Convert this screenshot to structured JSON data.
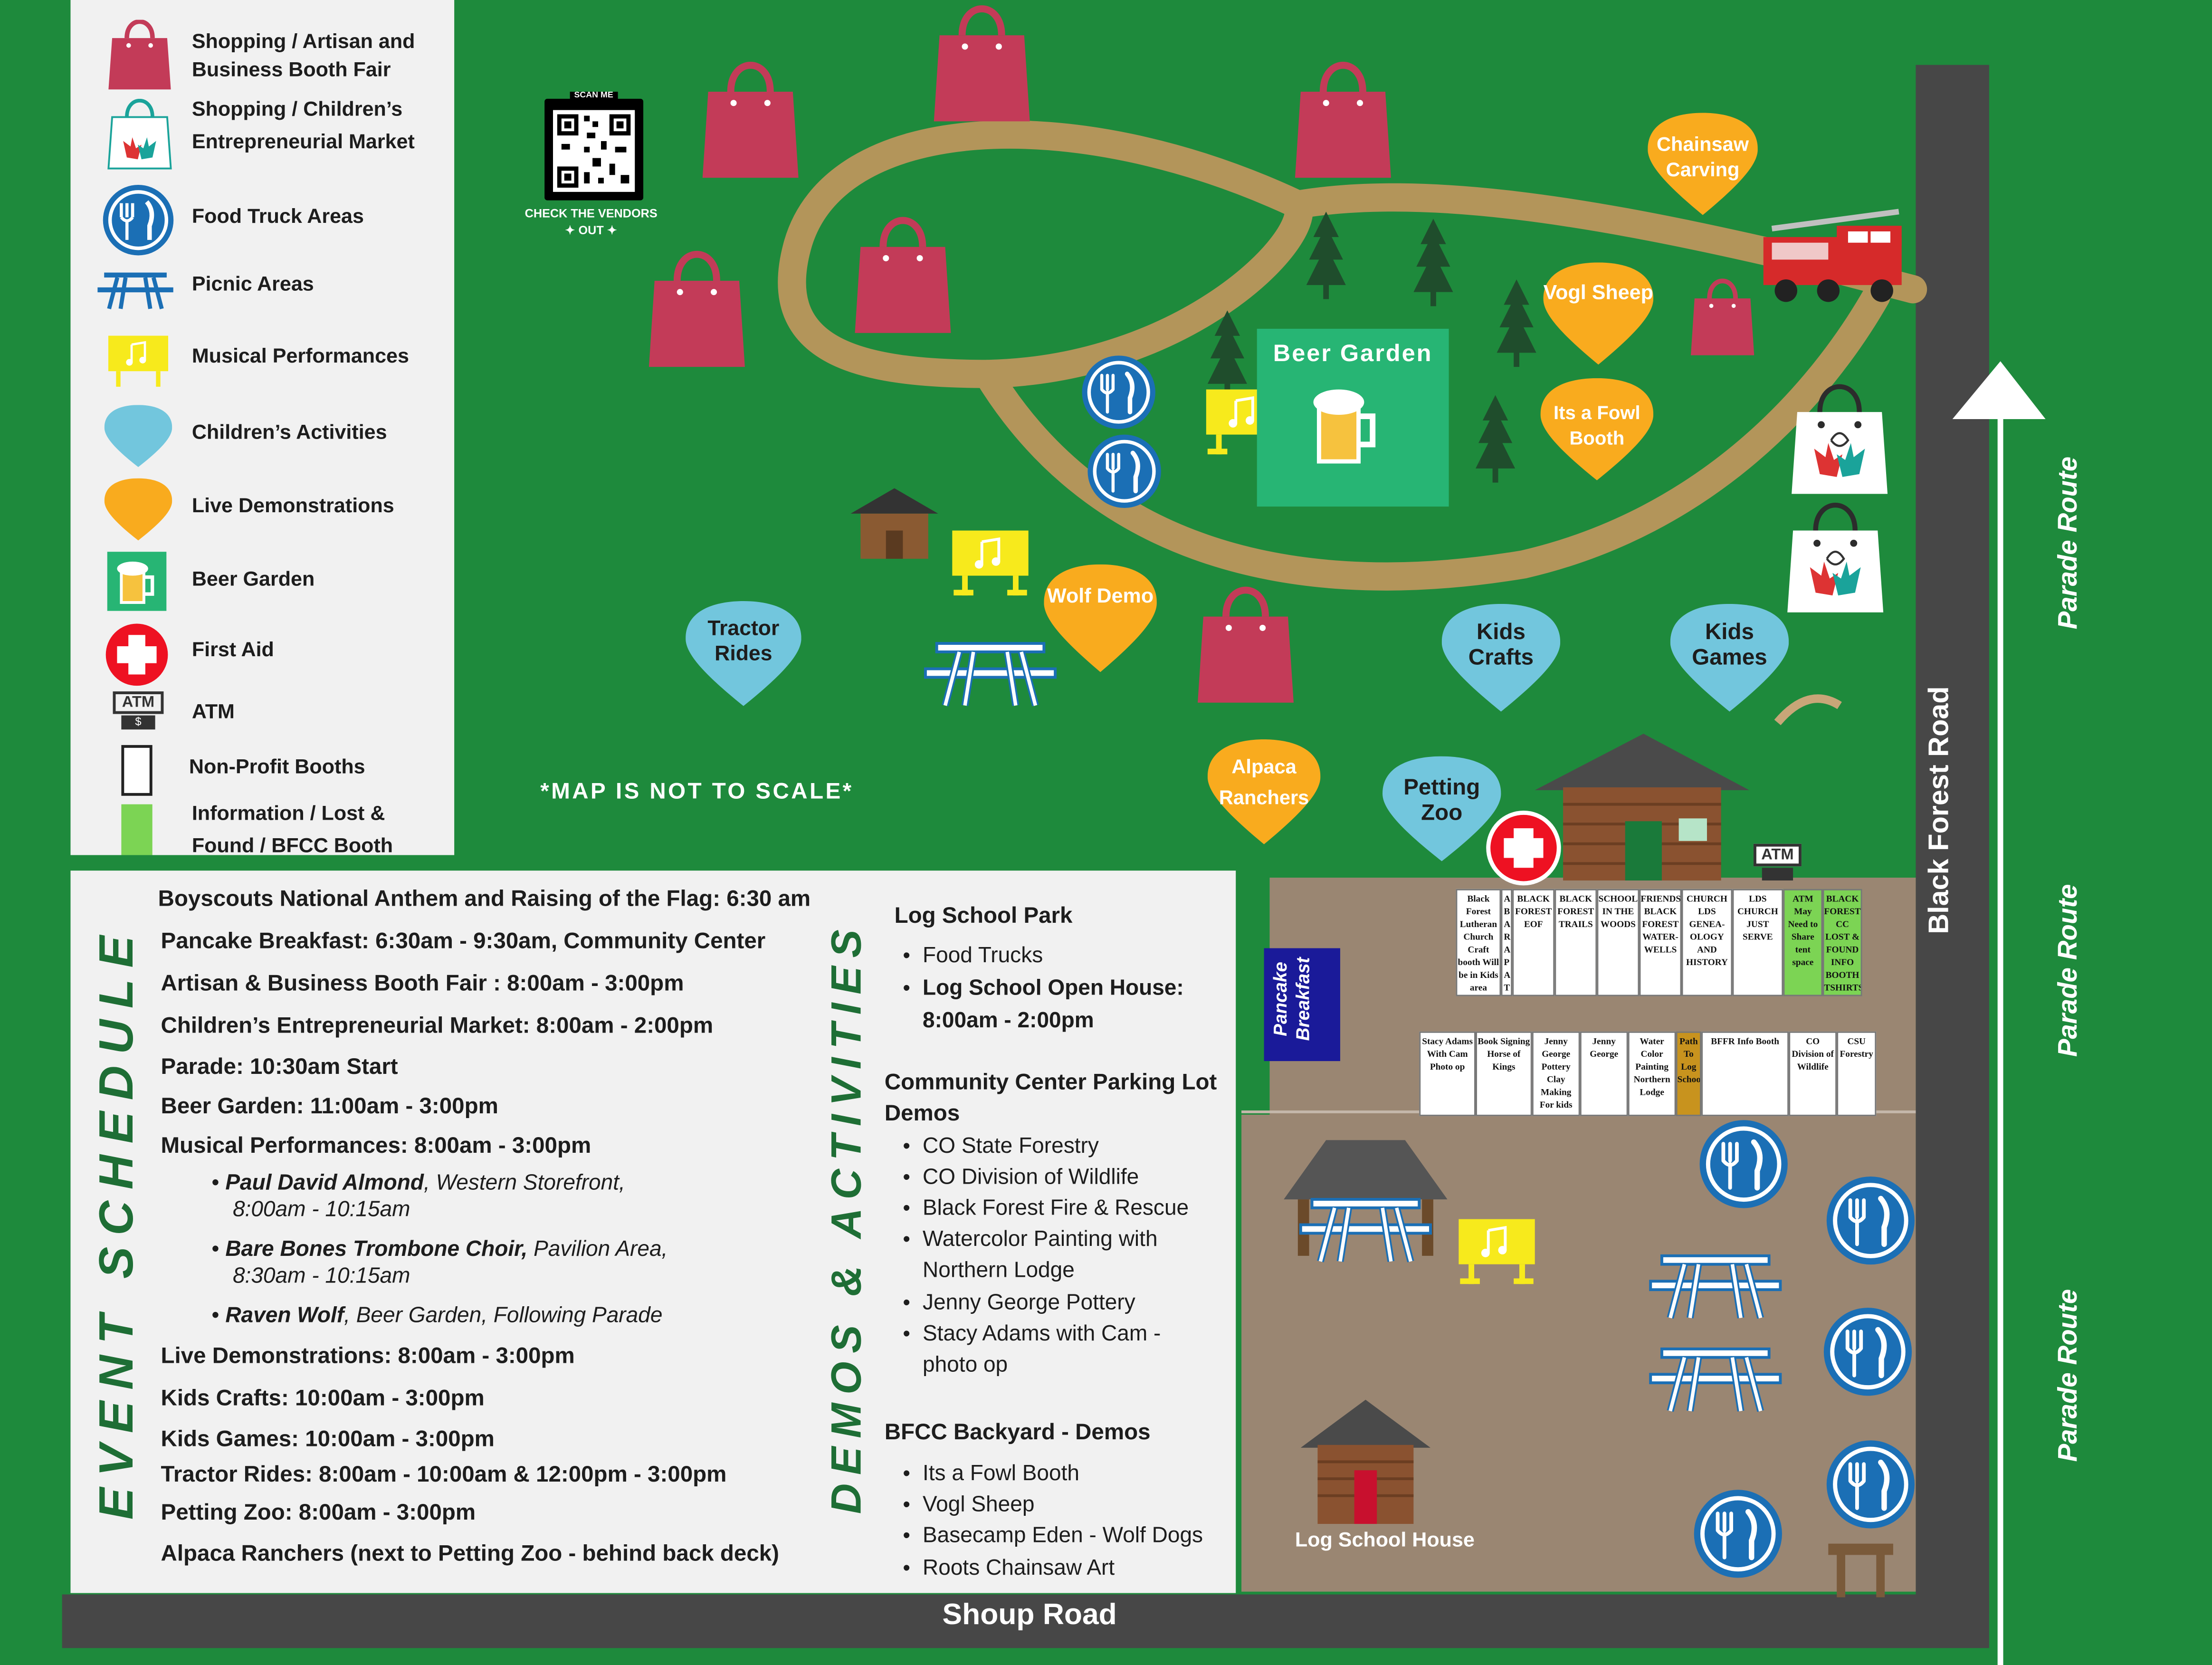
{
  "legend": {
    "items": [
      {
        "label": "Shopping / Artisan and Business Booth Fair",
        "icon": "shopping-bag-icon"
      },
      {
        "label": "Shopping / Children’s Entrepreneurial Market",
        "icon": "children-market-bag-icon"
      },
      {
        "label": "Food Truck Areas",
        "icon": "food-truck-icon"
      },
      {
        "label": "Picnic Areas",
        "icon": "picnic-table-icon"
      },
      {
        "label": "Musical Performances",
        "icon": "music-stage-icon"
      },
      {
        "label": "Children’s Activities",
        "icon": "blue-drop-icon"
      },
      {
        "label": "Live Demonstrations",
        "icon": "orange-drop-icon"
      },
      {
        "label": "Beer Garden",
        "icon": "beer-mug-icon"
      },
      {
        "label": "First Aid",
        "icon": "first-aid-icon"
      },
      {
        "label": "ATM",
        "icon": "atm-icon"
      },
      {
        "label": "Non-Profit Booths",
        "icon": "white-booth-icon"
      },
      {
        "label": "Information / Lost & Found / BFCC Booth",
        "icon": "green-booth-icon"
      }
    ],
    "atm_text": "ATM",
    "atm_sub": "$"
  },
  "qr": {
    "top": "SCAN ME",
    "caption_1": "CHECK THE VENDORS",
    "caption_2": "✦ OUT ✦"
  },
  "map": {
    "scale_note": "*MAP IS NOT TO SCALE*",
    "beer_garden": "Beer Garden",
    "roads": {
      "bottom": "Shoup Road",
      "right": "Black Forest Road",
      "parade": "Parade Route"
    },
    "pancake": "Pancake Breakfast",
    "log_school": "Log School House",
    "atm": "ATM",
    "children_markers": [
      {
        "label": "Tractor Rides"
      },
      {
        "label": "Kids Crafts"
      },
      {
        "label": "Kids Games"
      },
      {
        "label": "Petting Zoo"
      }
    ],
    "demo_markers": [
      {
        "label": "Chainsaw Carving"
      },
      {
        "label": "Vogl Sheep"
      },
      {
        "label": "Its a Fowl Booth"
      },
      {
        "label": "Wolf Demo"
      },
      {
        "label": "Alpaca Ranchers"
      }
    ],
    "booths_row1": [
      {
        "text": "Black Forest Lutheran Church Craft booth Will be in Kids area",
        "kind": "white"
      },
      {
        "text": "ABARAPAT",
        "kind": "white"
      },
      {
        "text": "BLACK FOREST EOF",
        "kind": "white"
      },
      {
        "text": "BLACK FOREST TRAILS",
        "kind": "white"
      },
      {
        "text": "SCHOOL IN THE WOODS",
        "kind": "white"
      },
      {
        "text": "FRIENDS BLACK FOREST WATER-WELLS",
        "kind": "white"
      },
      {
        "text": "CHURCH LDS GENEA-OLOGY AND HISTORY",
        "kind": "white"
      },
      {
        "text": "LDS CHURCH JUST SERVE",
        "kind": "white"
      },
      {
        "text": "ATM May Need to Share tent space",
        "kind": "green"
      },
      {
        "text": "BLACK FOREST CC LOST & FOUND INFO BOOTH TSHIRTS",
        "kind": "green"
      }
    ],
    "booths_row2": [
      {
        "text": "Stacy Adams With Cam Photo op",
        "kind": "white"
      },
      {
        "text": "Book Signing Horse of Kings",
        "kind": "white"
      },
      {
        "text": "Jenny George Pottery Clay Making For kids",
        "kind": "white"
      },
      {
        "text": "Jenny George",
        "kind": "white"
      },
      {
        "text": "Water Color Painting Northern Lodge",
        "kind": "white"
      },
      {
        "text": "Path To Log School",
        "kind": "orange"
      },
      {
        "text": "BFFR Info Booth",
        "kind": "white"
      },
      {
        "text": "CO Division of Wildlife",
        "kind": "white"
      },
      {
        "text": "CSU Forestry",
        "kind": "white"
      }
    ]
  },
  "schedule": {
    "title": "EVENT SCHEDULE",
    "lines": [
      "Boyscouts National Anthem and Raising of the Flag: 6:30 am",
      "Pancake Breakfast: 6:30am - 9:30am, Community Center",
      "Artisan & Business Booth Fair : 8:00am - 3:00pm",
      "Children’s Entrepreneurial Market: 8:00am - 2:00pm",
      "Parade: 10:30am  Start",
      "Beer Garden: 11:00am - 3:00pm",
      "Musical Performances: 8:00am - 3:00pm"
    ],
    "performers": [
      {
        "name": "Paul David Almond",
        "detail": ", Western Storefront,",
        "time": "8:00am - 10:15am"
      },
      {
        "name": "Bare Bones Trombone Choir,",
        "detail": " Pavilion Area,",
        "time": "8:30am - 10:15am"
      },
      {
        "name": "Raven Wolf",
        "detail": ", Beer Garden, Following  Parade",
        "time": ""
      }
    ],
    "lines_after": [
      "Live Demonstrations: 8:00am - 3:00pm",
      "Kids Crafts: 10:00am - 3:00pm",
      "Kids Games:  10:00am  - 3:00pm",
      "Tractor Rides: 8:00am - 10:00am & 12:00pm - 3:00pm",
      "Petting Zoo: 8:00am - 3:00pm",
      "Alpaca Ranchers (next to Petting Zoo - behind back deck)"
    ]
  },
  "demos": {
    "title": "DEMOS & ACTIVITIES",
    "sections": [
      {
        "heading": "Log School Park",
        "items": [
          {
            "text": "Food Trucks",
            "bold": false
          },
          {
            "text": "Log School Open House:",
            "bold": true
          },
          {
            "text": "8:00am - 2:00pm",
            "bold": true,
            "cont": true
          }
        ]
      },
      {
        "heading": "Community Center Parking Lot",
        "heading2": "Demos",
        "items": [
          {
            "text": "CO State Forestry"
          },
          {
            "text": "CO Division of Wildlife"
          },
          {
            "text": "Black Forest Fire & Rescue"
          },
          {
            "text": "Watercolor Painting with"
          },
          {
            "text": "Northern Lodge",
            "cont": true
          },
          {
            "text": "Jenny George Pottery"
          },
          {
            "text": "Stacy Adams with Cam -"
          },
          {
            "text": "photo op",
            "cont": true
          }
        ]
      },
      {
        "heading": "BFCC Backyard - Demos",
        "items": [
          {
            "text": "Its a Fowl Booth"
          },
          {
            "text": "Vogl Sheep"
          },
          {
            "text": "Basecamp Eden - Wolf Dogs"
          },
          {
            "text": "Roots Chainsaw Art"
          }
        ]
      }
    ]
  },
  "colors": {
    "grass": "#1e8a3c",
    "path": "#b3955a",
    "road": "#474747",
    "lot": "#9a8672",
    "bag": "#c33b58",
    "blue_drop": "#72c6dd",
    "orange_drop": "#f9ab1e",
    "food_blue": "#1b6fb5",
    "music_yellow": "#f7ea1c",
    "beer_green": "#27b574",
    "title_green": "#1e6e35"
  }
}
